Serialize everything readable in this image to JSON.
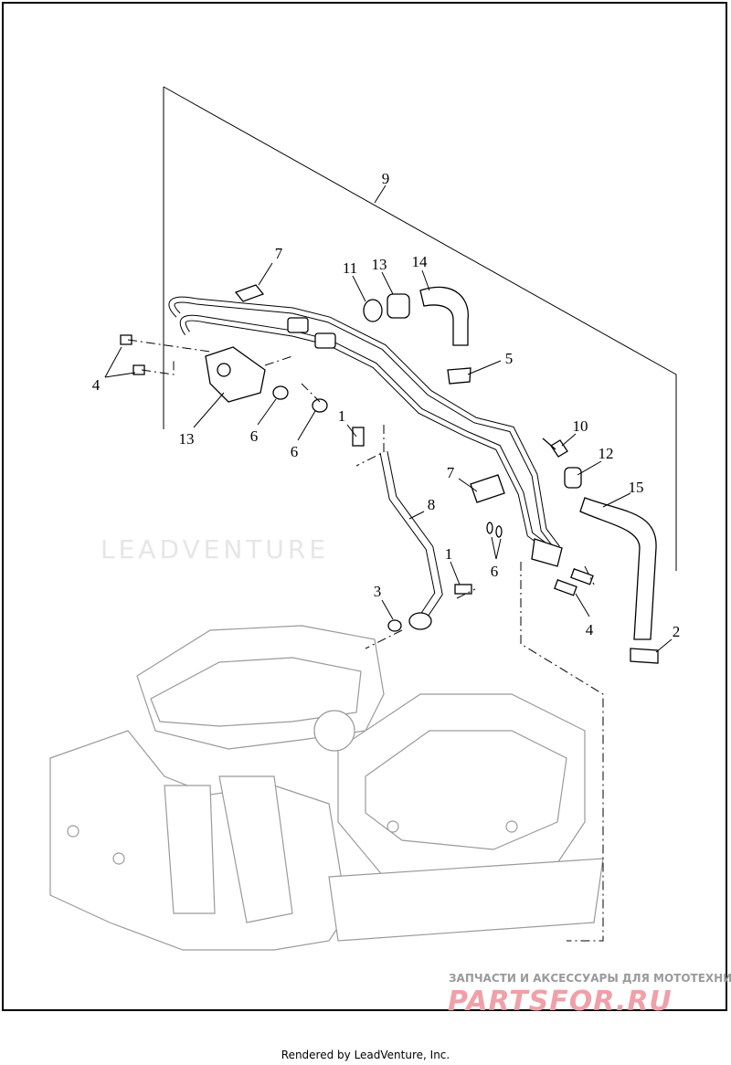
{
  "callouts": {
    "c9": "9",
    "c7a": "7",
    "c11": "11",
    "c13a": "13",
    "c14": "14",
    "c5": "5",
    "c4a": "4",
    "c13b": "13",
    "c6a": "6",
    "c6b": "6",
    "c1a": "1",
    "c10": "10",
    "c12": "12",
    "c15": "15",
    "c8": "8",
    "c7b": "7",
    "c6c": "6",
    "c1b": "1",
    "c3": "3",
    "c4b": "4",
    "c2": "2"
  },
  "watermarks": {
    "leadventure": "LEADVENTURE",
    "partsfor_tagline": "ЗАПЧАСТИ И АКСЕССУАРЫ ДЛЯ МОТОТЕХНИКИ",
    "partsfor_logo": "PARTSFOR.RU"
  },
  "footer": "Rendered by LeadVenture, Inc."
}
